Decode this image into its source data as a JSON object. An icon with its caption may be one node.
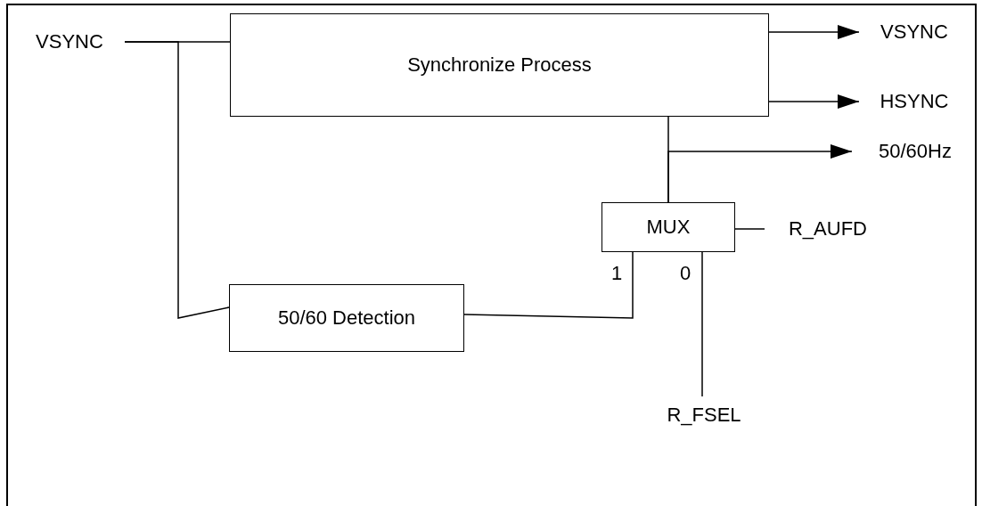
{
  "diagram": {
    "nodes": [
      {
        "text": [
          "VSYNC"
        ]
      },
      {
        "text": [
          "Synchronize Process"
        ]
      },
      {
        "text": [
          "50/60 Detection"
        ]
      },
      {
        "text": [
          "MUX"
        ]
      },
      {
        "text": [
          "VSYNC"
        ]
      },
      {
        "text": [
          "HSYNC"
        ]
      },
      {
        "text": [
          "50/60Hz"
        ]
      },
      {
        "text": [
          "R_AUFD"
        ]
      },
      {
        "text": [
          "R_FSEL"
        ]
      }
    ],
    "edges": [
      {
        "from": 0,
        "to": 1,
        "arrow": "none"
      },
      {
        "from": 0,
        "to": 2,
        "arrow": "none"
      },
      {
        "from": 1,
        "to": 4,
        "arrow": "to"
      },
      {
        "from": 1,
        "to": 5,
        "arrow": "to"
      },
      {
        "from": 3,
        "to": 1,
        "arrow": "none"
      },
      {
        "from": 3,
        "to": 6,
        "arrow": "to"
      },
      {
        "from": 2,
        "to": 3,
        "arrow": "none"
      },
      {
        "from": 7,
        "to": 3,
        "arrow": "none"
      },
      {
        "from": 8,
        "to": 3,
        "arrow": "none"
      }
    ],
    "labels": [
      "1",
      "0"
    ]
  }
}
